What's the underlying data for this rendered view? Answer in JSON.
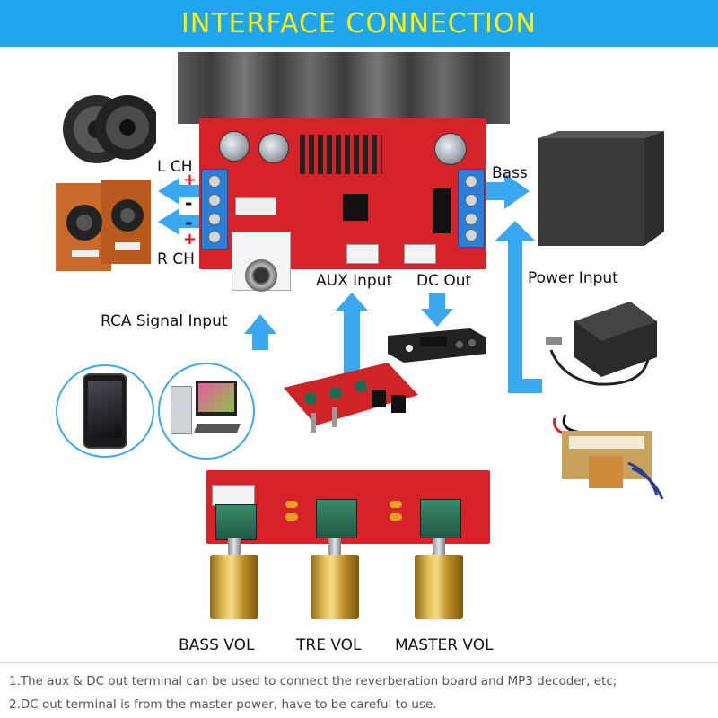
{
  "header": {
    "title": "INTERFACE CONNECTION"
  },
  "labels": {
    "left_channel": "L  CH",
    "right_channel": "R  CH",
    "plus_top": "+",
    "minus_top": "-",
    "minus_bottom": "-",
    "plus_bottom": "+",
    "bass": "Bass",
    "power_input": "Power Input",
    "rca_signal_input": "RCA Signal Input",
    "aux_input": "AUX Input",
    "dc_out": "DC Out"
  },
  "controls": {
    "bass_vol": "BASS VOL",
    "tre_vol": "TRE VOL",
    "master_vol": "MASTER VOL"
  },
  "notes": [
    "1.The aux & DC out terminal can be used to connect the reverberation board and MP3 decoder, etc;",
    "2.DC out terminal is from the master power, have to be careful to use."
  ],
  "colors": {
    "banner": "#1fa6ee",
    "banner_text": "#ffee00",
    "arrow": "#39a8f0",
    "pcb": "#d6232a",
    "polarity": "#e01010"
  },
  "icons": {
    "speakers": "speaker-pair-icon",
    "bookshelf": "bookshelf-speakers-icon",
    "subwoofer": "subwoofer-icon",
    "adapter": "power-adapter-icon",
    "transformer": "transformer-icon",
    "phone": "smartphone-icon",
    "computer": "desktop-computer-icon",
    "mp3": "mp3-decoder-icon",
    "reverb": "reverb-board-icon"
  }
}
